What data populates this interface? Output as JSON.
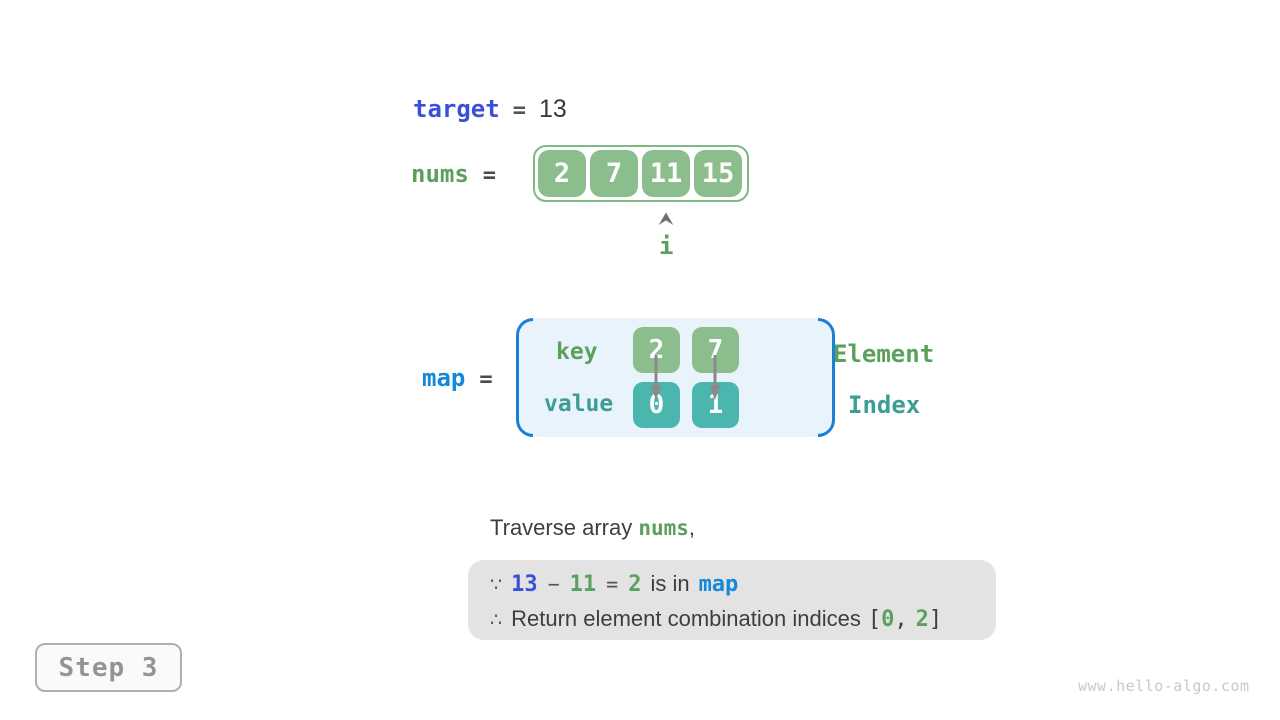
{
  "palette": {
    "keyword_blue": "#3A50D9",
    "map_blue": "#1389DB",
    "green_text": "#5CA05E",
    "teal_text": "#3D9C94",
    "cell_green": "#8CBE8D",
    "cell_teal": "#4BB6AD",
    "array_border_green": "#7EB980",
    "map_bg": "#E8F3FB",
    "bracket_blue": "#1B7FD6",
    "result_box_bg": "#E3E3E3",
    "arrow_gray": "#8A8A8A"
  },
  "target_line": {
    "var": "target",
    "eq": "=",
    "value": "13"
  },
  "nums_line": {
    "var": "nums",
    "eq": "=",
    "cells": [
      "2",
      "7",
      "11",
      "15"
    ],
    "pointer_label": "i"
  },
  "map_line": {
    "var": "map",
    "eq": "=",
    "key_label": "key",
    "value_label": "value",
    "keys": [
      "2",
      "7"
    ],
    "values": [
      "0",
      "1"
    ],
    "right_labels": {
      "top": "Element",
      "bottom": "Index"
    }
  },
  "caption": {
    "prefix": "Traverse array ",
    "code": "nums",
    "suffix": ","
  },
  "result_box": {
    "line1": {
      "because": "∵",
      "minuend": "13",
      "minus": "−",
      "subtrahend": "11",
      "eq": "=",
      "diff": "2",
      "text": "is in",
      "code": "map"
    },
    "line2": {
      "therefore": "∴",
      "text": "Return element combination indices",
      "bracket_open": "[",
      "idx1": "0",
      "comma": ",",
      "idx2": "2",
      "bracket_close": "]"
    }
  },
  "step_badge": {
    "label": "Step 3"
  },
  "watermark": {
    "text": "www.hello-algo.com"
  }
}
